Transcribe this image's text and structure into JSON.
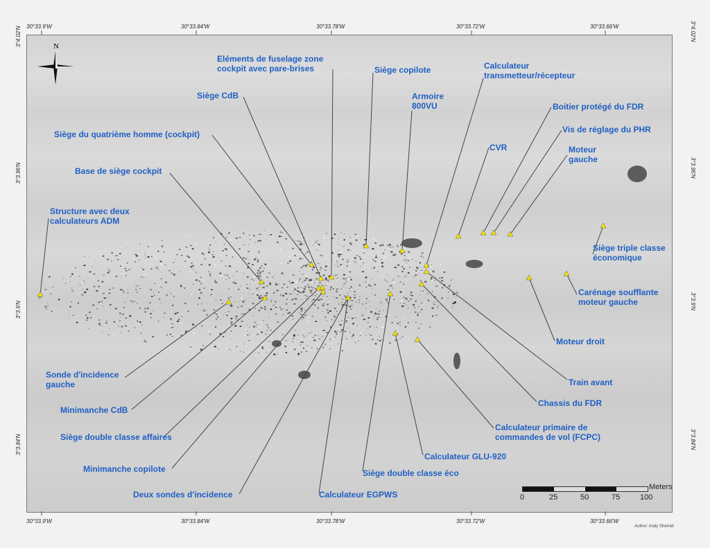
{
  "map": {
    "top_axis": [
      "30°33.9'W",
      "30°33.84'W",
      "30°33.78'W",
      "30°33.72'W",
      "30°33.66'W"
    ],
    "bottom_axis": [
      "30°33.9'W",
      "30°33.84'W",
      "30°33.78'W",
      "30°33.72'W",
      "30°33.66'W"
    ],
    "left_axis": [
      "3°4.02'N",
      "3°3.96'N",
      "3°3.9'N",
      "3°3.84'N"
    ],
    "right_axis": [
      "3°4.02'N",
      "3°3.96'N",
      "3°3.9'N",
      "3°3.84'N"
    ],
    "north_label": "N",
    "label_color": "#1f5fc4",
    "marker_color": "#f5e400",
    "labels": [
      [
        "Eléments de fuselage zone",
        "cockpit avec pare-brises"
      ],
      [
        "Siège copilote"
      ],
      [
        "Calculateur",
        "transmetteur/récepteur"
      ],
      [
        "Siège CdB"
      ],
      [
        "Armoire",
        "800VU"
      ],
      [
        "Boitier protégé du FDR"
      ],
      [
        "Siège du quatrième homme (cockpit)"
      ],
      [
        "Vis de réglage du PHR"
      ],
      [
        "CVR"
      ],
      [
        "Moteur",
        "gauche"
      ],
      [
        "Base de siège cockpit"
      ],
      [
        "Structure avec deux",
        "calculateurs ADM"
      ],
      [
        "Siège triple classe",
        "économique"
      ],
      [
        "Carénage soufflante",
        "moteur gauche"
      ],
      [
        "Moteur droit"
      ],
      [
        "Train avant"
      ],
      [
        "Chassis du FDR"
      ],
      [
        "Calculateur primaire de",
        "commandes de vol (FCPC)"
      ],
      [
        "Calculateur GLU-920"
      ],
      [
        "Siège double classe éco"
      ],
      [
        "Calculateur EGPWS"
      ],
      [
        "Deux sondes d'incidence"
      ],
      [
        "Minimanche copilote"
      ],
      [
        "Siège double classe affaires"
      ],
      [
        "Minimanche CdB"
      ],
      [
        "Sonde d'incidence",
        "gauche"
      ]
    ],
    "scale_bar": {
      "unit": "Meters",
      "ticks": [
        "0",
        "25",
        "50",
        "75",
        "100"
      ]
    },
    "author": "Author: Andy Sherrell"
  }
}
